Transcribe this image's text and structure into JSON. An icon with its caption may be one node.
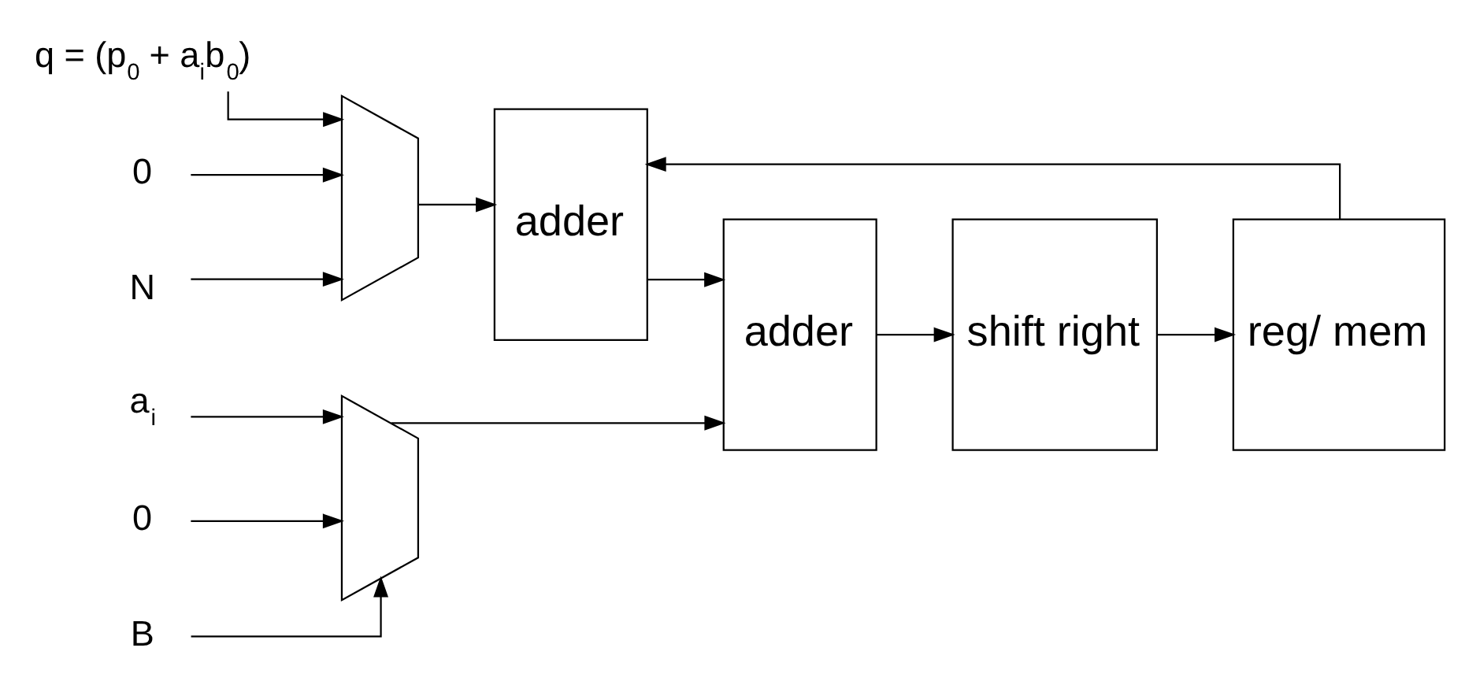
{
  "diagram": {
    "nodes": [
      {
        "text": [
          "q = (p$_{0}$ + a$_{i}$b$_{0}$)"
        ]
      },
      {
        "text": [
          "0"
        ]
      },
      {
        "text": [
          "N"
        ]
      },
      {
        "text": [],
        "shape": "trapezoid"
      },
      {
        "text": [
          "a$_{i}$"
        ]
      },
      {
        "text": [
          "0"
        ]
      },
      {
        "text": [
          "B"
        ]
      },
      {
        "text": [],
        "shape": "trapezoid"
      },
      {
        "text": [
          "adder"
        ]
      },
      {
        "text": [
          "adder"
        ]
      },
      {
        "text": [
          "shift right"
        ]
      },
      {
        "text": [
          "reg/ mem"
        ]
      }
    ],
    "edges": [
      {
        "from": 0,
        "to": 3,
        "arrow": "to"
      },
      {
        "from": 1,
        "to": 3,
        "arrow": "to"
      },
      {
        "from": 2,
        "to": 3,
        "arrow": "to"
      },
      {
        "from": 3,
        "to": 8,
        "arrow": "to"
      },
      {
        "from": 4,
        "to": 7,
        "arrow": "to"
      },
      {
        "from": 5,
        "to": 7,
        "arrow": "to"
      },
      {
        "from": 6,
        "to": 7,
        "arrow": "to"
      },
      {
        "from": 7,
        "to": 9,
        "arrow": "to"
      },
      {
        "from": 8,
        "to": 9,
        "arrow": "to"
      },
      {
        "from": 9,
        "to": 10,
        "arrow": "to"
      },
      {
        "from": 10,
        "to": 11,
        "arrow": "to"
      },
      {
        "from": 11,
        "to": 8,
        "arrow": "to"
      }
    ]
  }
}
